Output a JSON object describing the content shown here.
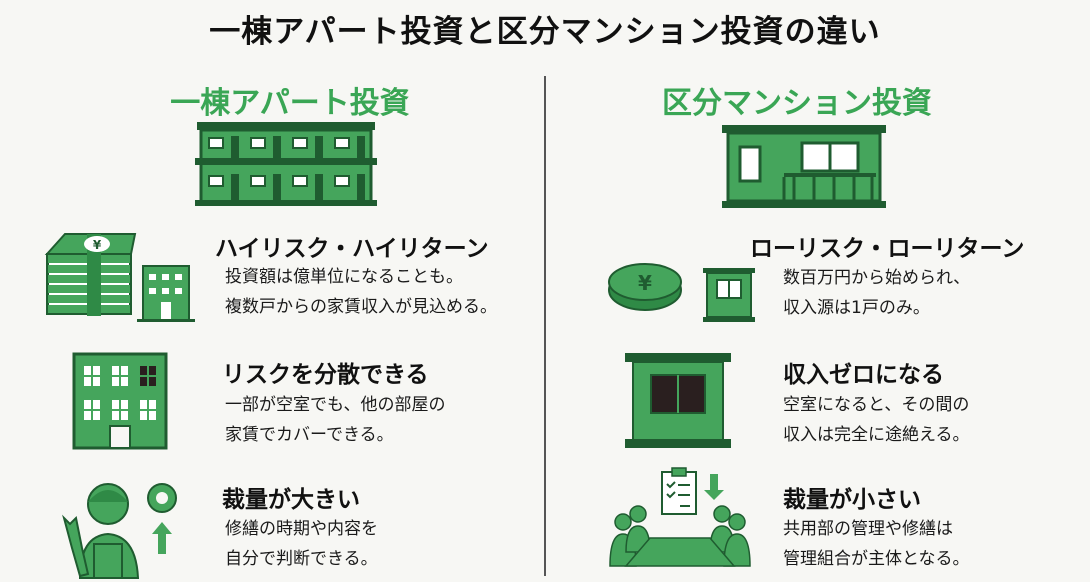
{
  "title": "一棟アパート投資と区分マンション投資の違い",
  "colors": {
    "accent": "#3aa655",
    "icon_fill": "#45a55c",
    "icon_dark": "#1f5c30"
  },
  "left": {
    "heading": "一棟アパート投資",
    "points": [
      {
        "title": "ハイリスク・ハイリターン",
        "lines": [
          "投資額は億単位になることも。",
          "複数戸からの家賃収入が見込める。"
        ],
        "icon": "money-stack-and-building-icon"
      },
      {
        "title": "リスクを分散できる",
        "lines": [
          "一部が空室でも、他の部屋の",
          "家賃でカバーできる。"
        ],
        "icon": "apartment-building-icon"
      },
      {
        "title": "裁量が大きい",
        "lines": [
          "修繕の時期や内容を",
          "自分で判断できる。"
        ],
        "icon": "worker-with-wrench-and-gear-icon"
      }
    ]
  },
  "right": {
    "heading": "区分マンション投資",
    "points": [
      {
        "title": "ローリスク・ローリターン",
        "lines": [
          "数百万円から始められ、",
          "収入源は1戸のみ。"
        ],
        "icon": "yen-coin-and-unit-icon"
      },
      {
        "title": "収入ゼロになる",
        "lines": [
          "空室になると、その間の",
          "収入は完全に途絶える。"
        ],
        "icon": "vacant-unit-icon"
      },
      {
        "title": "裁量が小さい",
        "lines": [
          "共用部の管理や修繕は",
          "管理組合が主体となる。"
        ],
        "icon": "management-association-meeting-icon"
      }
    ]
  }
}
